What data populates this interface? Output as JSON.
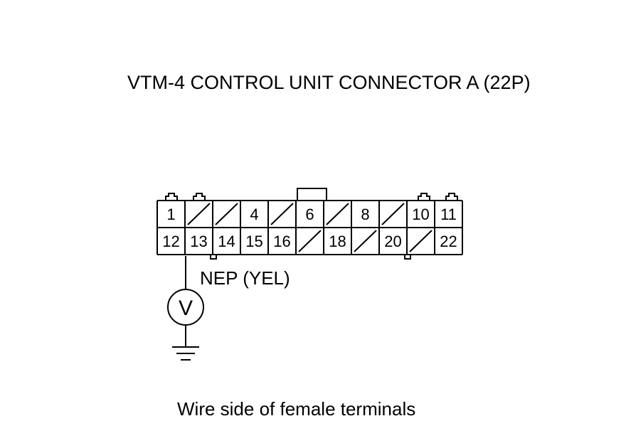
{
  "diagram": {
    "title": "VTM-4 CONTROL UNIT CONNECTOR A (22P)",
    "caption": "Wire side of female terminals",
    "wire_label": "NEP (YEL)",
    "probe_symbol": "V",
    "connector": {
      "rows": [
        [
          "1",
          "",
          "",
          "4",
          "",
          "6",
          "",
          "8",
          "",
          "10",
          "11"
        ],
        [
          "12",
          "13",
          "14",
          "15",
          "16",
          "",
          "18",
          "",
          "20",
          "",
          "22"
        ]
      ],
      "probed_terminal": "13"
    }
  }
}
